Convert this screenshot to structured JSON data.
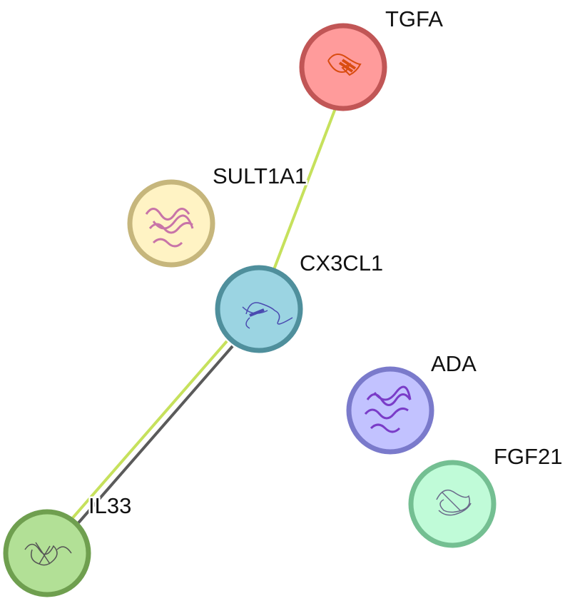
{
  "network": {
    "nodes": [
      {
        "id": "TGFA",
        "label": "TGFA",
        "fill": "#ff9b9b",
        "border": "#c15656",
        "glyph": "#d94c10"
      },
      {
        "id": "SULT1A1",
        "label": "SULT1A1",
        "fill": "#fff3c4",
        "border": "#c6b67c",
        "glyph": "#c874a8"
      },
      {
        "id": "CX3CL1",
        "label": "CX3CL1",
        "fill": "#9bd4e2",
        "border": "#4f8f9c",
        "glyph": "#4a4ab0"
      },
      {
        "id": "ADA",
        "label": "ADA",
        "fill": "#c2c2ff",
        "border": "#7a7acb",
        "glyph": "#7a3cc8"
      },
      {
        "id": "FGF21",
        "label": "FGF21",
        "fill": "#c0fbd8",
        "border": "#74bf92",
        "glyph": "#6a6a8a"
      },
      {
        "id": "IL33",
        "label": "IL33",
        "fill": "#b2e096",
        "border": "#6f9f4f",
        "glyph": "#555555"
      }
    ],
    "edges": [
      {
        "source": "TGFA",
        "target": "CX3CL1",
        "colors": [
          "#c6e15c"
        ]
      },
      {
        "source": "CX3CL1",
        "target": "IL33",
        "colors": [
          "#c6e15c",
          "#5a5a5a"
        ]
      }
    ]
  }
}
